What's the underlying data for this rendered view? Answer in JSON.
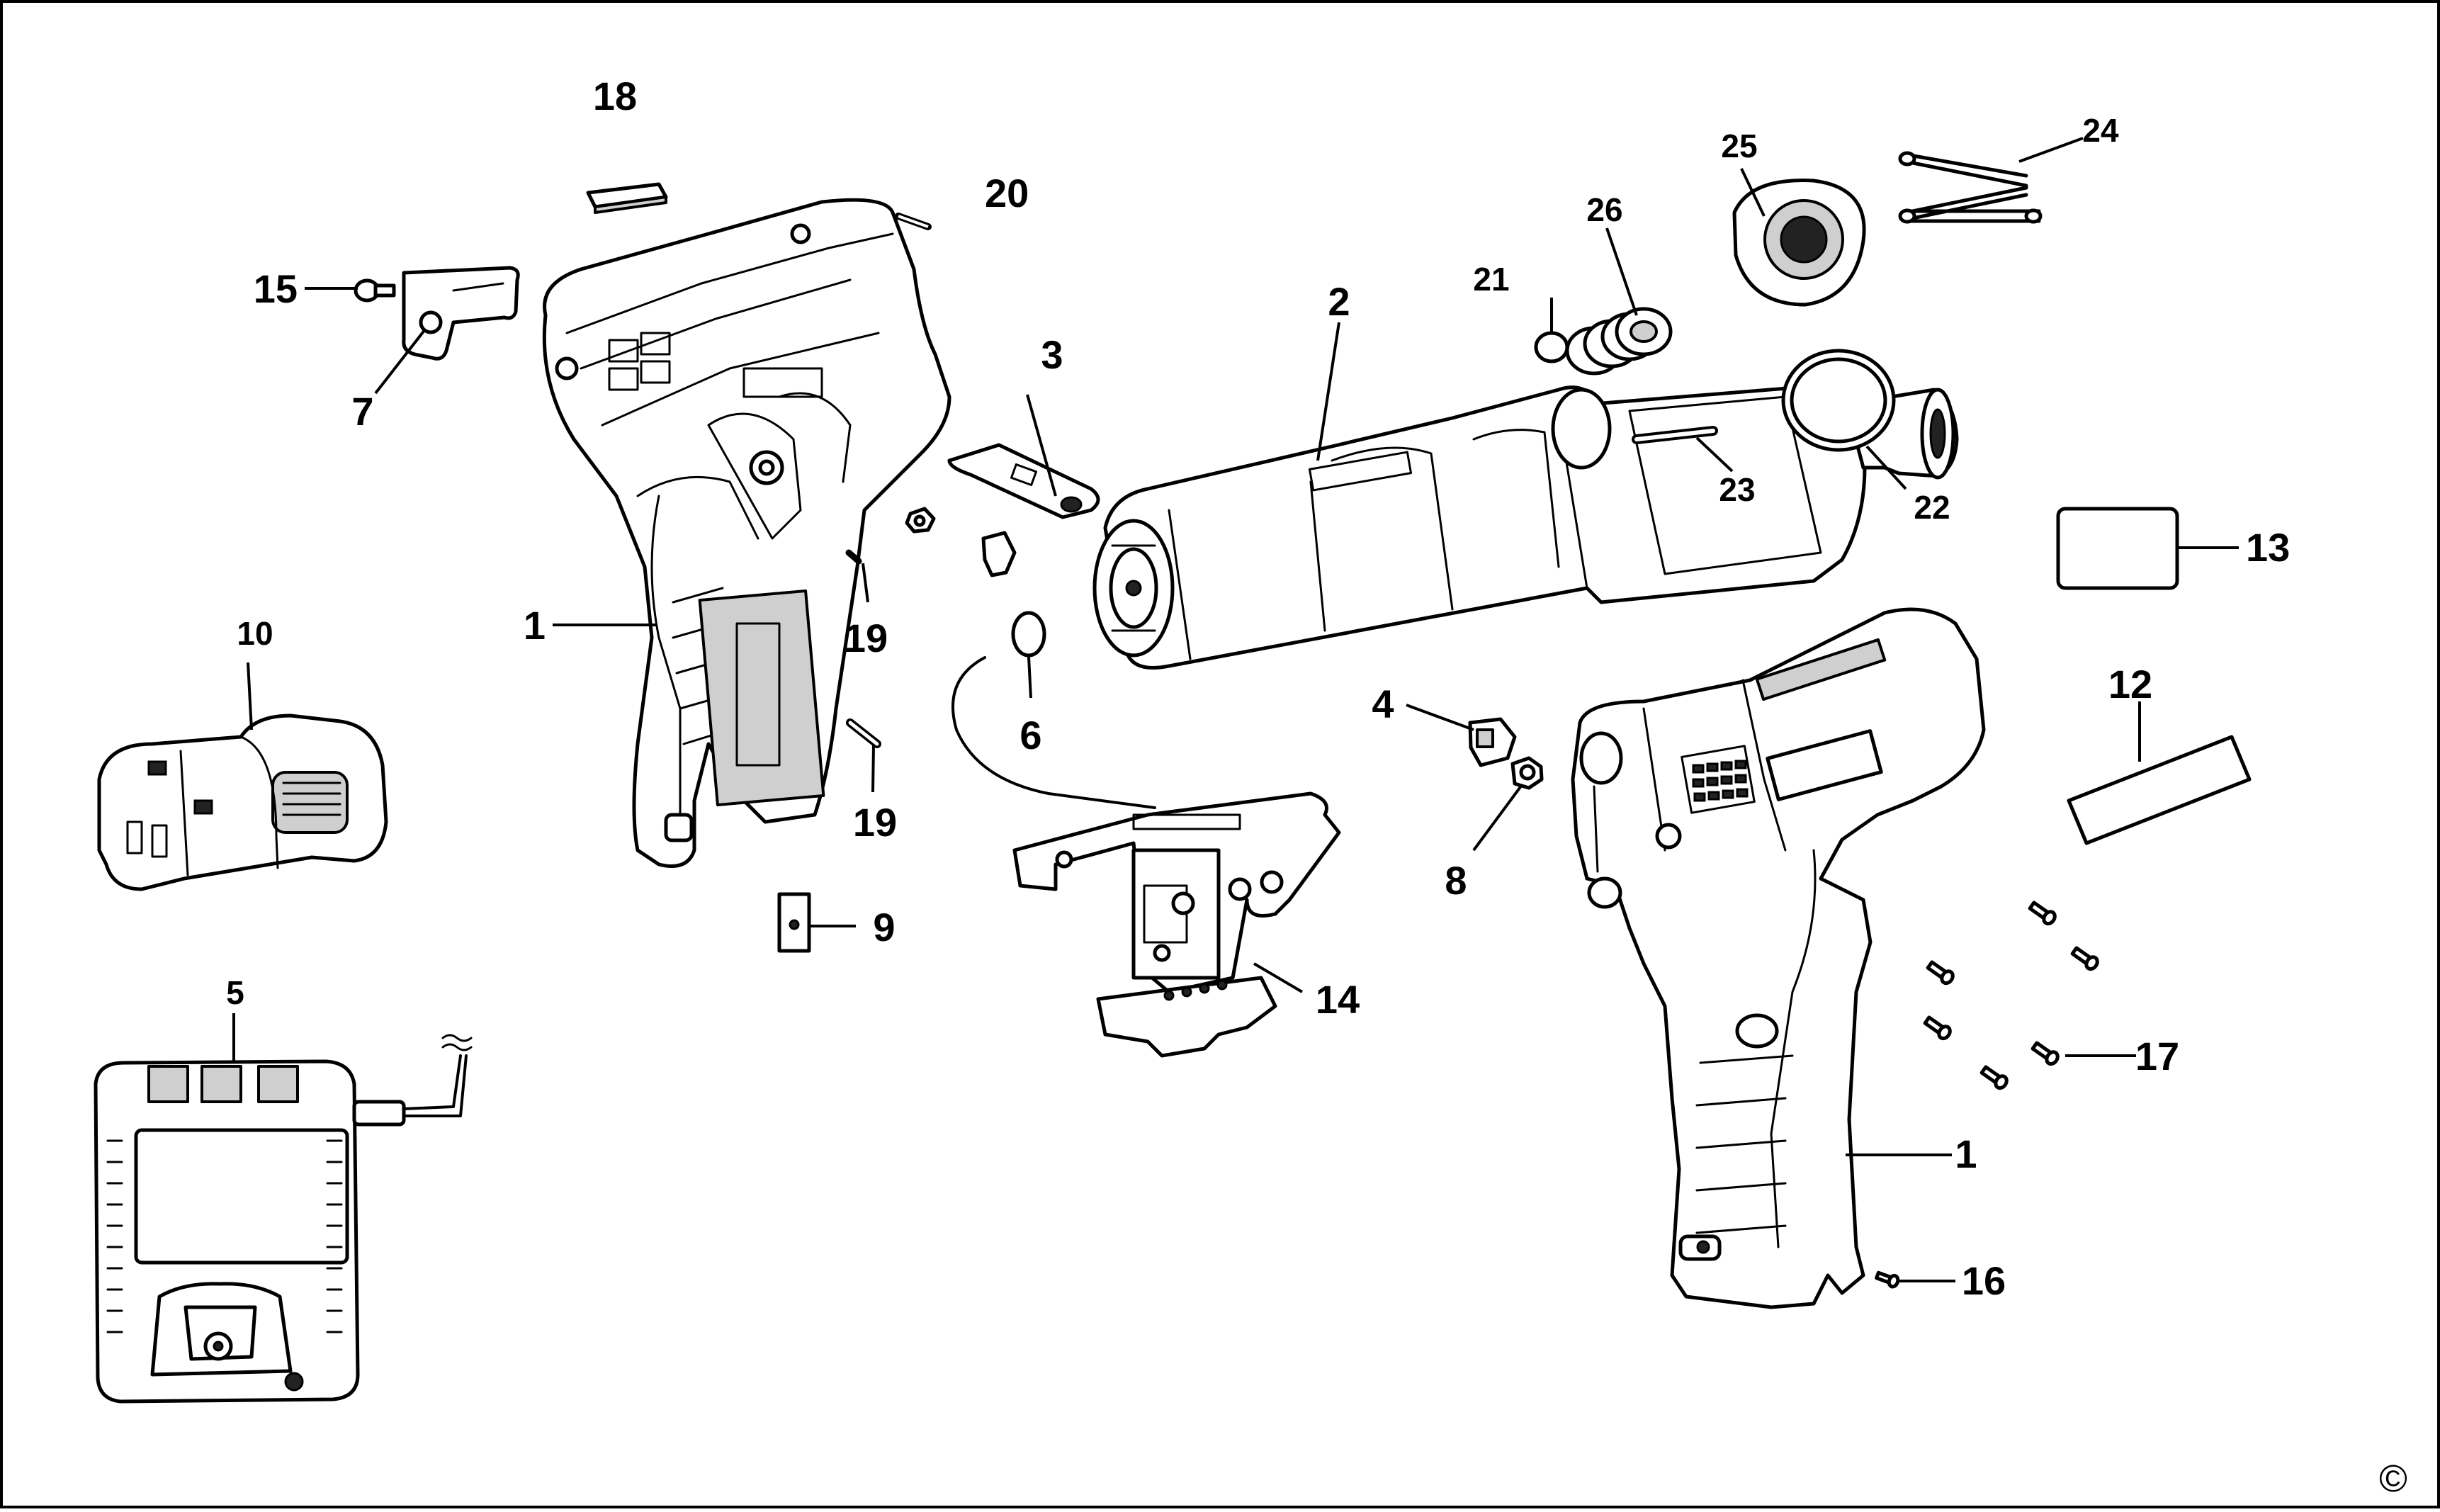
{
  "diagram": {
    "callouts": [
      {
        "id": "c18",
        "text": "18"
      },
      {
        "id": "c20",
        "text": "20"
      },
      {
        "id": "c15",
        "text": "15"
      },
      {
        "id": "c7",
        "text": "7"
      },
      {
        "id": "c3",
        "text": "3"
      },
      {
        "id": "c2",
        "text": "2"
      },
      {
        "id": "c21",
        "text": "21"
      },
      {
        "id": "c26",
        "text": "26"
      },
      {
        "id": "c25",
        "text": "25"
      },
      {
        "id": "c24",
        "text": "24"
      },
      {
        "id": "c23",
        "text": "23"
      },
      {
        "id": "c22",
        "text": "22"
      },
      {
        "id": "c13",
        "text": "13"
      },
      {
        "id": "c1a",
        "text": "1"
      },
      {
        "id": "c19a",
        "text": "19"
      },
      {
        "id": "c10",
        "text": "10"
      },
      {
        "id": "c6",
        "text": "6"
      },
      {
        "id": "c19b",
        "text": "19"
      },
      {
        "id": "c4",
        "text": "4"
      },
      {
        "id": "c12",
        "text": "12"
      },
      {
        "id": "c8",
        "text": "8"
      },
      {
        "id": "c9",
        "text": "9"
      },
      {
        "id": "c5",
        "text": "5"
      },
      {
        "id": "c14",
        "text": "14"
      },
      {
        "id": "c17",
        "text": "17"
      },
      {
        "id": "c1b",
        "text": "1"
      },
      {
        "id": "c16",
        "text": "16"
      }
    ],
    "copyright_mark": "©"
  }
}
